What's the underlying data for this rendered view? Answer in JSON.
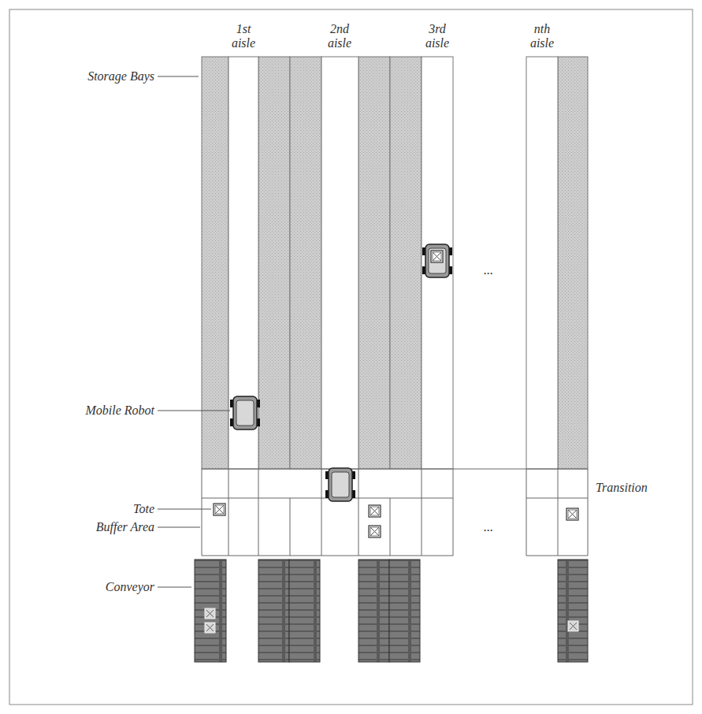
{
  "diagram": {
    "labels": [
      "1st aisle",
      "2nd aisle",
      "3rd aisle",
      "nth aisle",
      "Storage Bays",
      "...",
      "Mobile Robot",
      "Transition",
      "Tote",
      "Buffer Area",
      "...",
      "Conveyor"
    ]
  }
}
